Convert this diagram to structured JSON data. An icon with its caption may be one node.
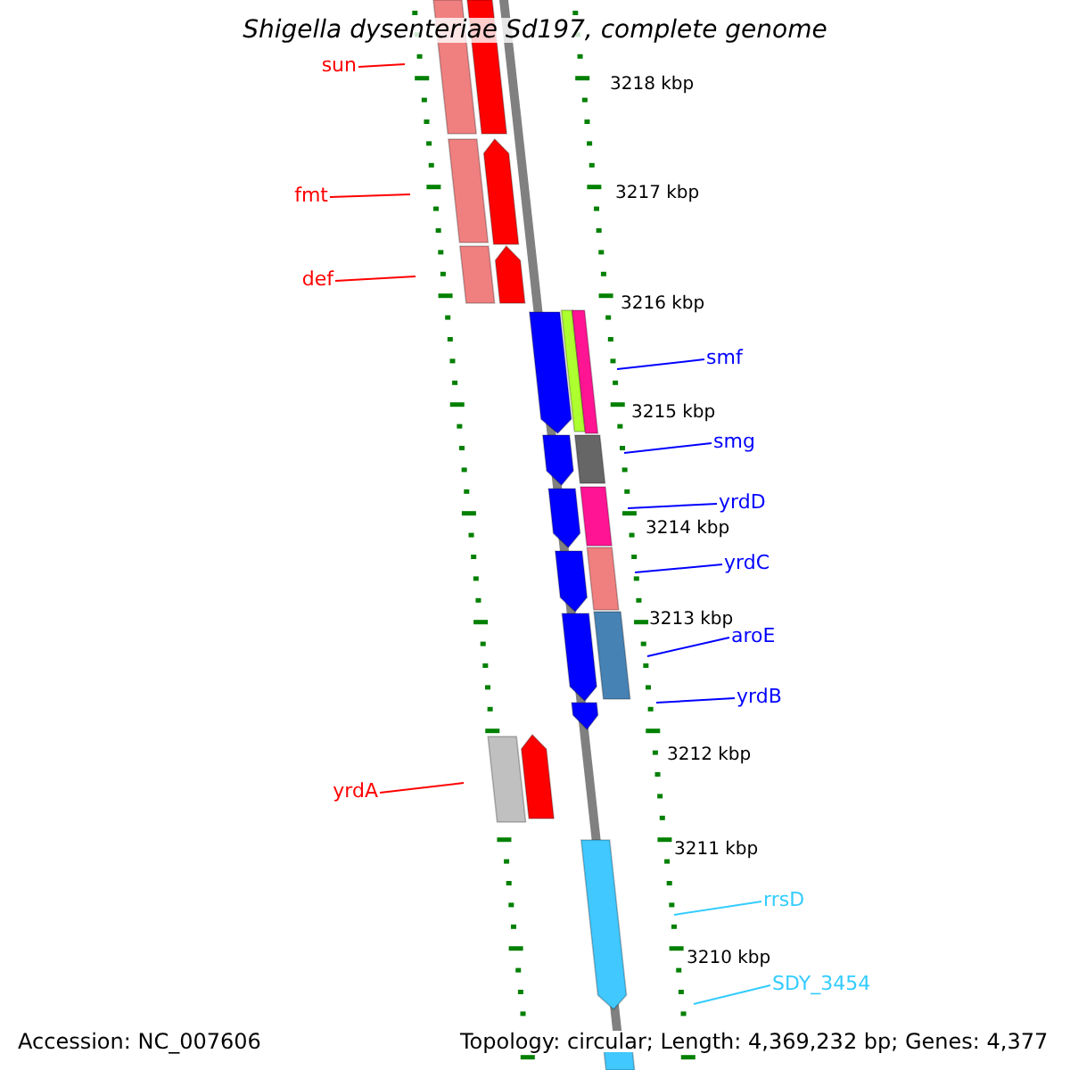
{
  "diagram": {
    "title": "Shigella dysenteriae Sd197, complete genome",
    "nodes": [
      {
        "text": [
          "sun"
        ]
      },
      {
        "text": [
          "fmt"
        ]
      },
      {
        "text": [
          "def"
        ]
      },
      {
        "text": [
          "smf"
        ]
      },
      {
        "text": [
          "smg"
        ]
      },
      {
        "text": [
          "yrdD"
        ]
      },
      {
        "text": [
          "yrdC"
        ]
      },
      {
        "text": [
          "aroE"
        ]
      },
      {
        "text": [
          "yrdB"
        ]
      },
      {
        "text": [
          "yrdA"
        ]
      },
      {
        "text": [
          "rrsD"
        ]
      },
      {
        "text": [
          "SDY_3454"
        ]
      }
    ],
    "edges": [
      {
        "from": 0,
        "to": null,
        "arrow": "none",
        "color": "#ff0000"
      },
      {
        "from": 1,
        "to": null,
        "arrow": "none",
        "color": "#ff0000"
      },
      {
        "from": 2,
        "to": null,
        "arrow": "none",
        "color": "#ff0000"
      },
      {
        "from": 3,
        "to": null,
        "arrow": "none"
      },
      {
        "from": 4,
        "to": null,
        "arrow": "none"
      },
      {
        "from": 5,
        "to": null,
        "arrow": "none"
      },
      {
        "from": 6,
        "to": null,
        "arrow": "none"
      },
      {
        "from": 7,
        "to": null,
        "arrow": "none"
      },
      {
        "from": 8,
        "to": null,
        "arrow": "none"
      },
      {
        "from": 9,
        "to": null,
        "arrow": "none",
        "color": "#ff0000"
      },
      {
        "from": 10,
        "to": null,
        "arrow": "none",
        "color": "#33ccff"
      },
      {
        "from": 11,
        "to": null,
        "arrow": "none",
        "color": "#33ccff"
      }
    ],
    "labels": [
      "3218 kbp",
      "3217 kbp",
      "3216 kbp",
      "3215 kbp",
      "3214 kbp",
      "3213 kbp",
      "3212 kbp",
      "3211 kbp",
      "3210 kbp",
      "Accession: NC_007606",
      "Topology: circular; Length: 4,369,232 bp; Genes: 4,377"
    ]
  }
}
